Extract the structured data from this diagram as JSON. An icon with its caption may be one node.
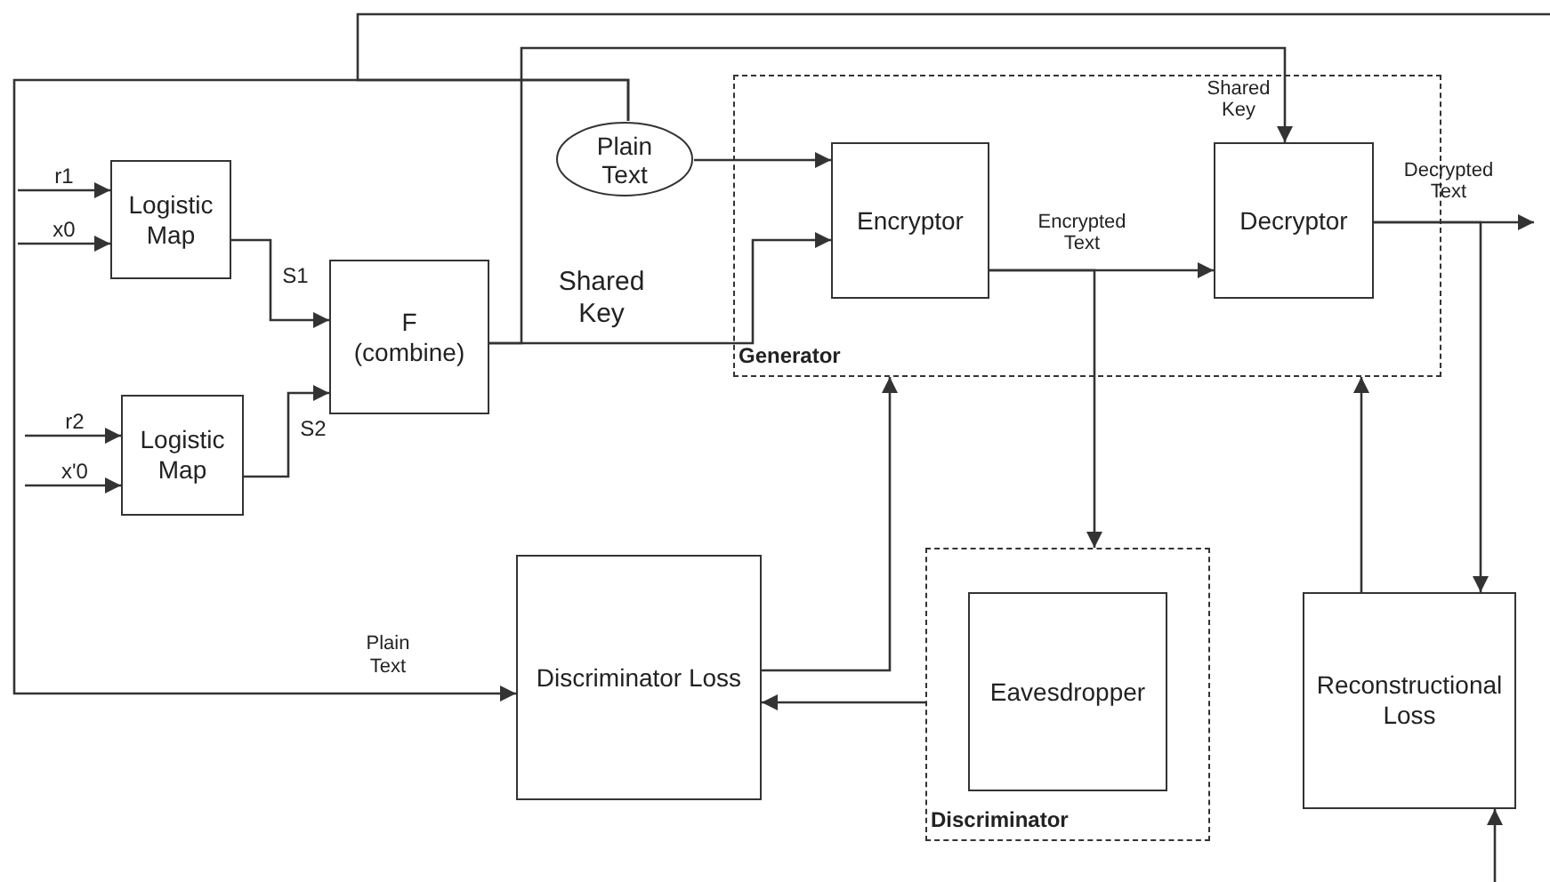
{
  "diagram": {
    "nodes": [
      {
        "text": [
          "Logistic Map"
        ]
      },
      {
        "text": [
          "Logistic Map"
        ]
      },
      {
        "text": [
          "F (combine)"
        ]
      },
      {
        "text": [
          "Plain Text"
        ]
      },
      {
        "text": [
          "Generator"
        ]
      },
      {
        "text": [
          "Encryptor"
        ],
        "in": 4
      },
      {
        "text": [
          "Decryptor"
        ],
        "in": 4
      },
      {
        "text": [
          "Discriminator Loss"
        ]
      },
      {
        "text": [
          "Discriminator"
        ]
      },
      {
        "text": [
          "Eavesdropper"
        ],
        "in": 8
      },
      {
        "text": [
          "Reconstructional Loss"
        ]
      }
    ],
    "edges": [
      {
        "from": null,
        "to": 0,
        "arrow": "to",
        "label": "r1"
      },
      {
        "from": null,
        "to": 0,
        "arrow": "to",
        "label": "x0"
      },
      {
        "from": null,
        "to": 1,
        "arrow": "to",
        "label": "r2"
      },
      {
        "from": null,
        "to": 1,
        "arrow": "to",
        "label": "x'0"
      },
      {
        "from": 0,
        "to": 2,
        "arrow": "to",
        "label": "S1"
      },
      {
        "from": 1,
        "to": 2,
        "arrow": "to",
        "label": "S2"
      },
      {
        "from": 2,
        "to": 5,
        "arrow": "to",
        "label": "Shared Key"
      },
      {
        "from": 2,
        "to": 6,
        "arrow": "to",
        "label": "Shared Key"
      },
      {
        "from": 3,
        "to": 5,
        "arrow": "to"
      },
      {
        "from": 3,
        "to": 7,
        "arrow": "to",
        "label": "Plain Text"
      },
      {
        "from": 3,
        "to": null,
        "arrow": "none"
      },
      {
        "from": 5,
        "to": 6,
        "arrow": "to",
        "label": "Encrypted Text"
      },
      {
        "from": 6,
        "to": null,
        "arrow": "to",
        "label": "Decrypted Text"
      },
      {
        "from": 6,
        "to": 10,
        "arrow": "to"
      },
      {
        "from": 5,
        "to": 8,
        "arrow": "to"
      },
      {
        "from": 7,
        "to": 4,
        "arrow": "to"
      },
      {
        "from": 8,
        "to": 7,
        "arrow": "to"
      },
      {
        "from": 10,
        "to": 4,
        "arrow": "to"
      },
      {
        "from": null,
        "to": 10,
        "arrow": "to"
      }
    ]
  }
}
